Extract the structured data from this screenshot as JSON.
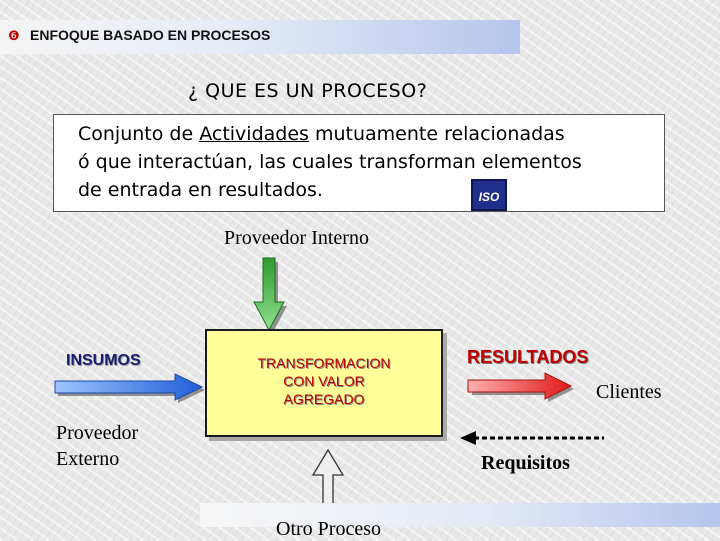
{
  "header": {
    "bullet_glyph": "❻",
    "title": "ENFOQUE BASADO EN PROCESOS"
  },
  "question": "¿ QUE ES UN PROCESO?",
  "definition": {
    "line1_before": "Conjunto de ",
    "line1_underlined": "Actividades",
    "line1_after": " mutuamente relacionadas",
    "line2": "ó que interactúan, las cuales transforman elementos",
    "line3": "de entrada en resultados.",
    "logo_text": "ISO"
  },
  "labels": {
    "proveedor_interno": "Proveedor Interno",
    "insumos": "INSUMOS",
    "proveedor_externo_line1": "Proveedor",
    "proveedor_externo_line2": "Externo",
    "resultados": "RESULTADOS",
    "clientes": "Clientes",
    "requisitos": "Requisitos",
    "otro_proceso": "Otro Proceso"
  },
  "process": {
    "line1": "TRANSFORMACION",
    "line2": "CON VALOR",
    "line3": "AGREGADO"
  },
  "colors": {
    "insumos_arrow": "#2a6fe0",
    "resultados_arrow": "#e02a2a",
    "internal_arrow": "#2fae2f",
    "other_process_arrow": "#e8e8e8",
    "process_fill": "#ffff99",
    "requisitos_arrow": "#000000"
  }
}
